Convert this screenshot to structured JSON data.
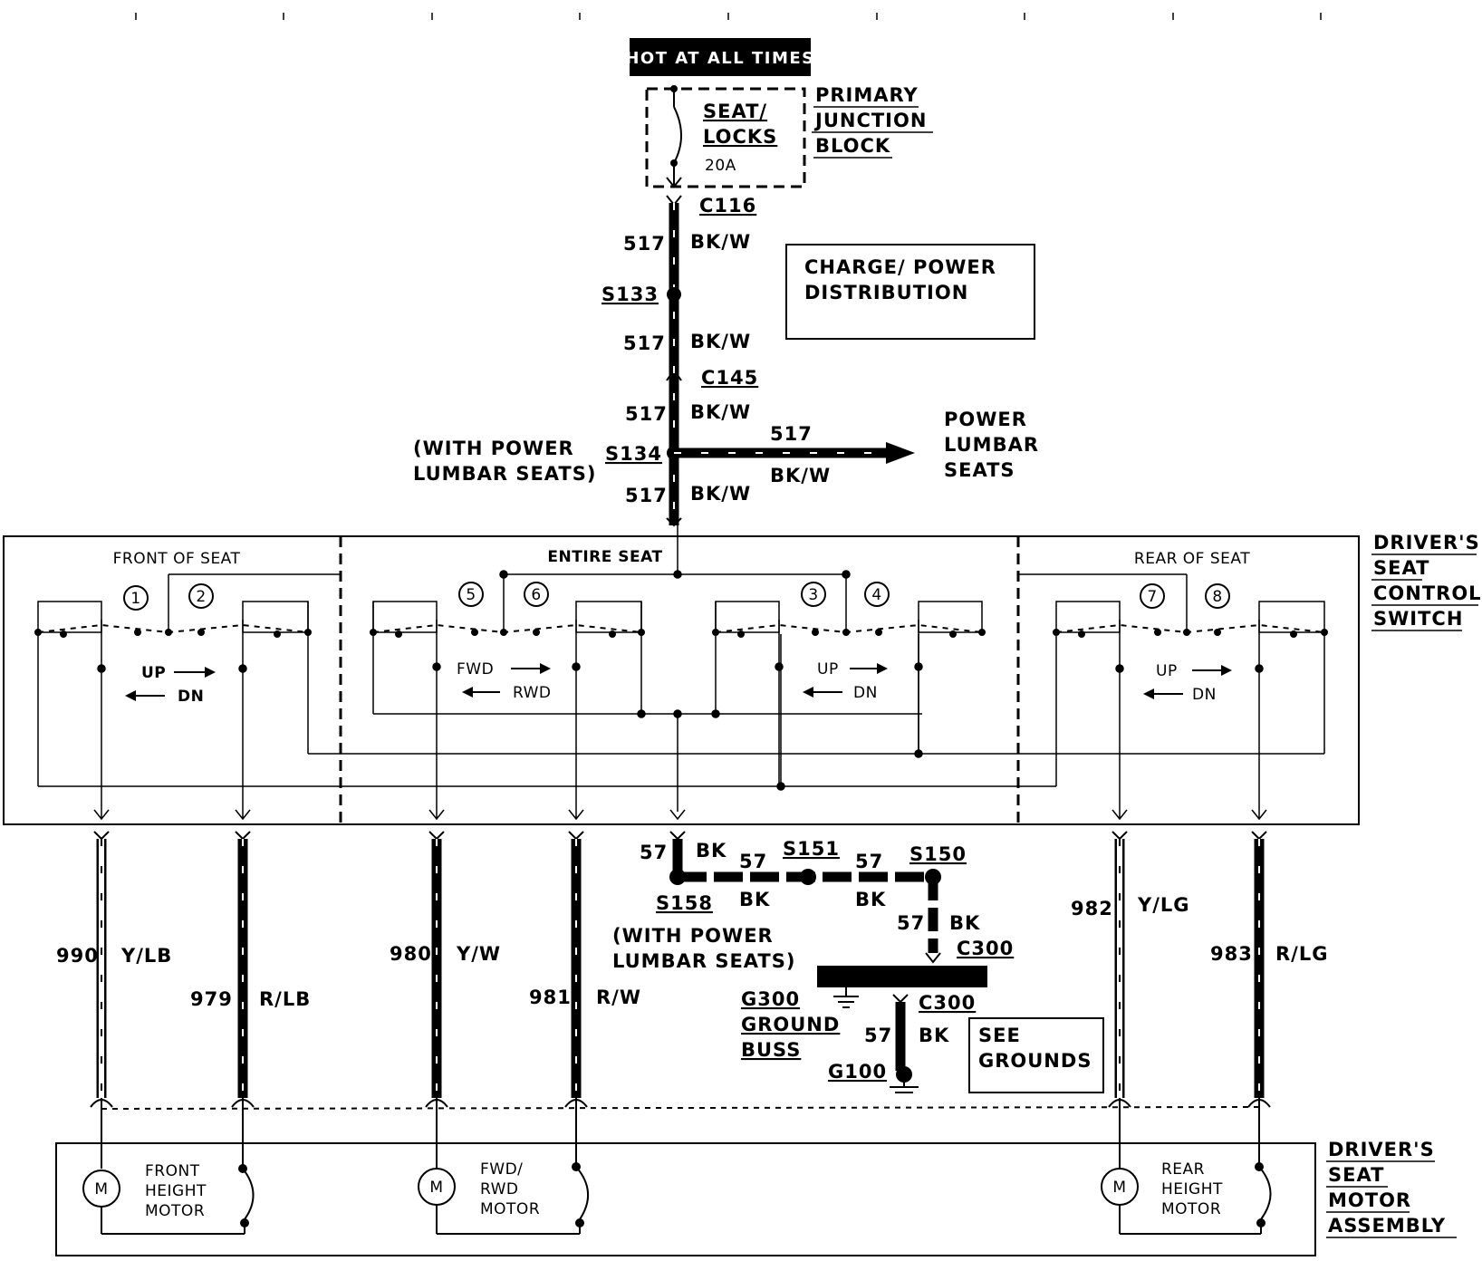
{
  "power_source": "HOT AT ALL TIMES",
  "fuse": {
    "name_line1": "SEAT/",
    "name_line2": "LOCKS",
    "rating": "20A"
  },
  "junction_block": {
    "line1": "PRIMARY",
    "line2": "JUNCTION",
    "line3": "BLOCK"
  },
  "reference_box": {
    "line1": "CHARGE/ POWER",
    "line2": "DISTRIBUTION"
  },
  "connectors": {
    "c116": "C116",
    "c145": "C145",
    "c300a": "C300",
    "c300b": "C300"
  },
  "splices": {
    "s133": "S133",
    "s134": "S134",
    "s151": "S151",
    "s150": "S150",
    "s158": "S158"
  },
  "circuit_517": "517",
  "color_bkw": "BK/W",
  "circuit_57": "57",
  "color_bk": "BK",
  "option_note": {
    "line1": "(WITH POWER",
    "line2": "LUMBAR SEATS)"
  },
  "lumbar_branch": {
    "line1": "POWER",
    "line2": "LUMBAR",
    "line3": "SEATS"
  },
  "switch": {
    "section_front": "FRONT OF SEAT",
    "section_entire": "ENTIRE SEAT",
    "section_rear": "REAR OF SEAT",
    "label_line1": "DRIVER'S",
    "label_line2": "SEAT",
    "label_line3": "CONTROL",
    "label_line4": "SWITCH",
    "terminals": [
      "1",
      "2",
      "5",
      "6",
      "3",
      "4",
      "7",
      "8"
    ],
    "up": "UP",
    "dn": "DN",
    "fwd": "FWD",
    "rwd": "RWD"
  },
  "wires": [
    {
      "circuit": "990",
      "color": "Y/LB"
    },
    {
      "circuit": "979",
      "color": "R/LB"
    },
    {
      "circuit": "980",
      "color": "Y/W"
    },
    {
      "circuit": "981",
      "color": "R/W"
    },
    {
      "circuit": "982",
      "color": "Y/LG"
    },
    {
      "circuit": "983",
      "color": "R/LG"
    }
  ],
  "ground": {
    "g300_line1": "G300",
    "g300_line2": "GROUND",
    "g300_line3": "BUSS",
    "g100": "G100",
    "see_line1": "SEE",
    "see_line2": "GROUNDS"
  },
  "motors": {
    "symbol": "M",
    "front": {
      "line1": "FRONT",
      "line2": "HEIGHT",
      "line3": "MOTOR"
    },
    "fwd": {
      "line1": "FWD/",
      "line2": "RWD",
      "line3": "MOTOR"
    },
    "rear": {
      "line1": "REAR",
      "line2": "HEIGHT",
      "line3": "MOTOR"
    },
    "label_line1": "DRIVER'S",
    "label_line2": "SEAT",
    "label_line3": "MOTOR",
    "label_line4": "ASSEMBLY"
  }
}
